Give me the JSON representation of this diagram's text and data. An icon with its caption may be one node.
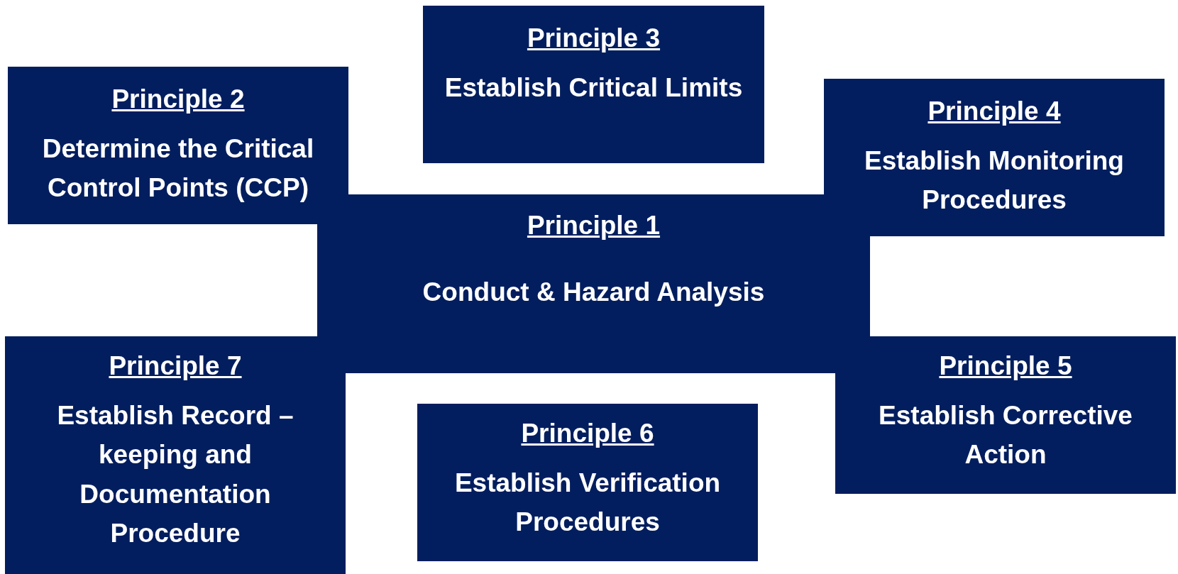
{
  "diagram": {
    "nodes": [
      {
        "text": [
          "Principle 3",
          "Establish Critical Limits"
        ]
      },
      {
        "text": [
          "Principle 2",
          "Determine the Critical Control Points (CCP)"
        ]
      },
      {
        "text": [
          "Principle 4",
          "Establish Monitoring Procedures"
        ]
      },
      {
        "text": [
          "Principle 1",
          "Conduct & Hazard Analysis"
        ]
      },
      {
        "text": [
          "Principle 7",
          "Establish Record – keeping and Documentation Procedure"
        ]
      },
      {
        "text": [
          "Principle 5",
          "Establish Corrective Action"
        ]
      },
      {
        "text": [
          "Principle 6",
          "Establish Verification Procedures"
        ]
      }
    ],
    "edges": []
  }
}
